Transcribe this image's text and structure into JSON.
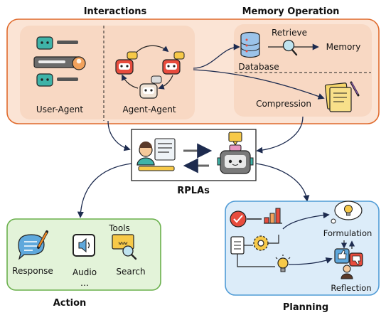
{
  "headings": {
    "interactions": "Interactions",
    "memory_operation": "Memory Operation",
    "rplas": "RPLAs",
    "action": "Action",
    "planning": "Planning"
  },
  "interactions": {
    "user_agent": "User-Agent",
    "agent_agent": "Agent-Agent"
  },
  "memory": {
    "retrieve": "Retrieve",
    "memory": "Memory",
    "database": "Database",
    "compression": "Compression"
  },
  "action": {
    "tools": "Tools",
    "response": "Response",
    "audio": "Audio",
    "search": "Search",
    "ellipsis": "…"
  },
  "planning": {
    "formulation": "Formulation",
    "reflection": "Reflection"
  },
  "colors": {
    "peach_panel": "#fbe4d5",
    "peach_border": "#e06a2c",
    "green_panel": "#e3f3d9",
    "green_border": "#6ab04c",
    "blue_panel": "#dcecf9",
    "blue_border": "#4f9bd6",
    "robot_red": "#e84c3d",
    "robot_teal": "#3fb3a8",
    "bubble_yellow": "#f7c948"
  }
}
